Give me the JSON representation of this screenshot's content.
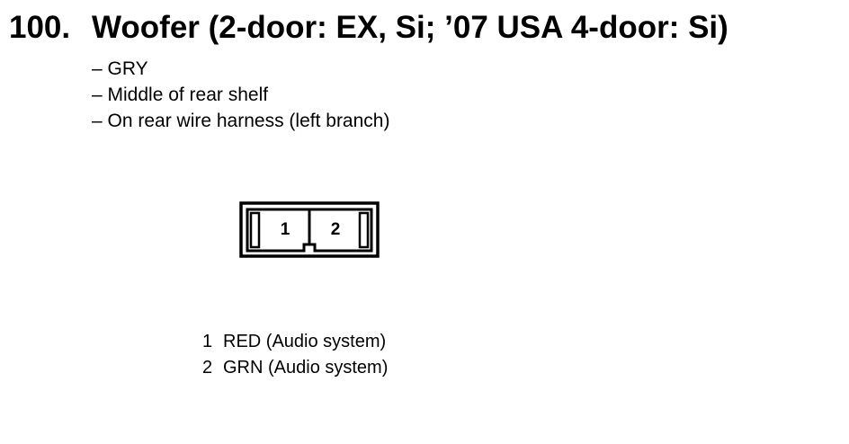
{
  "header": {
    "number": "100.",
    "title": "Woofer (2-door: EX, Si; ’07 USA 4-door: Si)"
  },
  "details": [
    "– GRY",
    "– Middle of rear shelf",
    "– On rear wire harness (left branch)"
  ],
  "connector": {
    "cavities": [
      "1",
      "2"
    ]
  },
  "terminals": [
    {
      "pin": "1",
      "description": "RED (Audio system)"
    },
    {
      "pin": "2",
      "description": "GRN (Audio system)"
    }
  ]
}
